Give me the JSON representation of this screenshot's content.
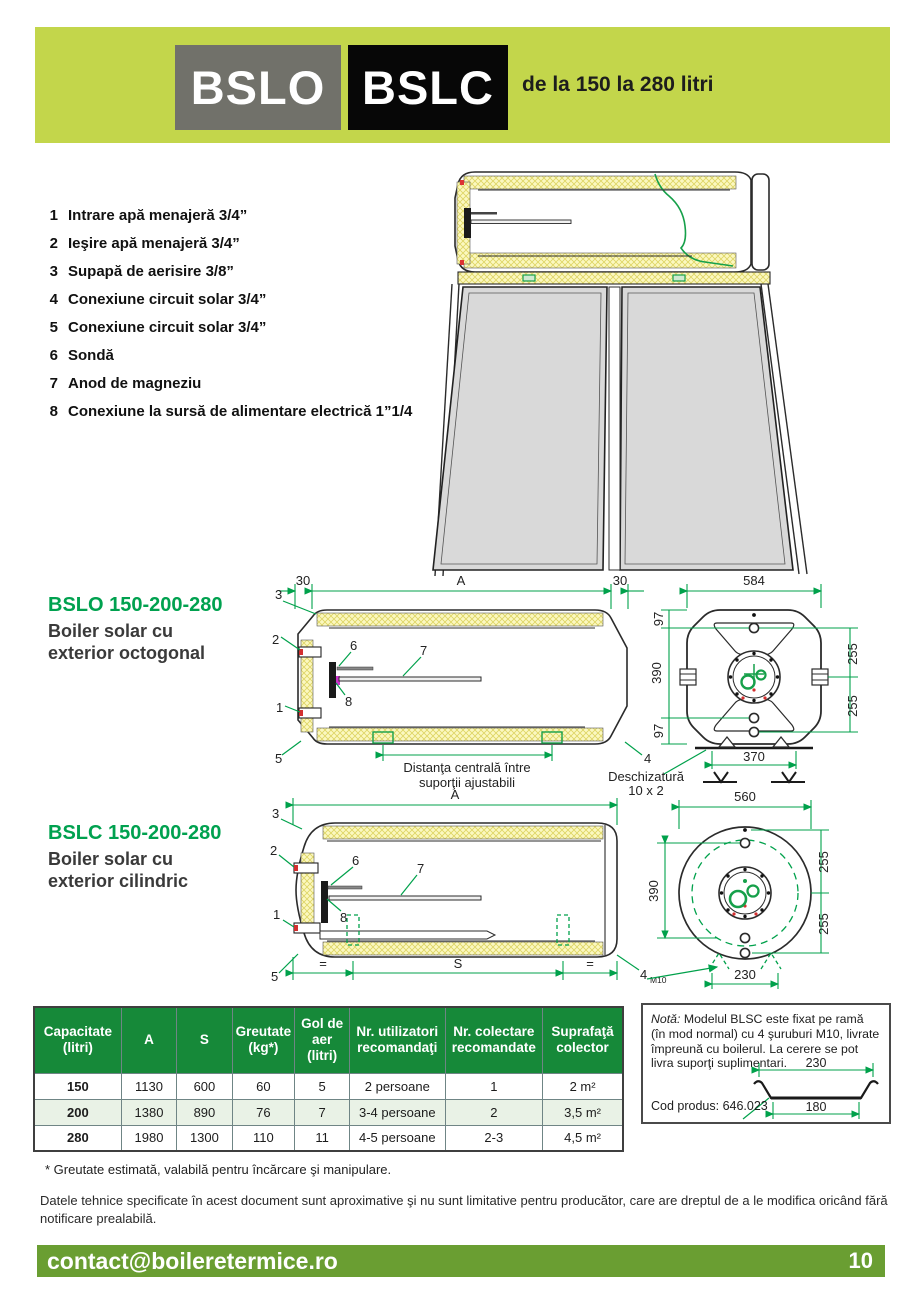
{
  "header": {
    "model_left": "BSLO",
    "model_right": "BSLC",
    "subtitle": "de la 150 la 280 litri"
  },
  "parts": [
    {
      "num": "1",
      "label": "Intrare apă menajeră 3/4”"
    },
    {
      "num": "2",
      "label": "Ieşire apă menajeră 3/4”"
    },
    {
      "num": "3",
      "label": "Supapă de aerisire 3/8”"
    },
    {
      "num": "4",
      "label": "Conexiune circuit solar 3/4”"
    },
    {
      "num": "5",
      "label": "Conexiune circuit solar 3/4”"
    },
    {
      "num": "6",
      "label": "Sondă"
    },
    {
      "num": "7",
      "label": "Anod de magneziu"
    },
    {
      "num": "8",
      "label": "Conexiune la sursă de alimentare electrică 1”1/4"
    }
  ],
  "bslo": {
    "title": "BSLO 150-200-280",
    "desc1": "Boiler solar cu",
    "desc2": "exterior octogonal",
    "callouts": {
      "c1": "1",
      "c2": "2",
      "c3": "3",
      "c4": "4",
      "c5": "5",
      "c6": "6",
      "c7": "7",
      "c8": "8"
    },
    "dims": {
      "offset_left": "30",
      "length": "A",
      "offset_right": "30",
      "front_width": "584",
      "front_h_top": "97",
      "front_h_mid": "390",
      "front_h_bottom": "97",
      "front_r_top": "255",
      "front_r_bottom": "255",
      "feet_span": "370",
      "slot_note1": "Deschizatură",
      "slot_note2": "10 x 2",
      "support_note1": "Distanţa centrală între",
      "support_note2": "suporţii ajustabili"
    }
  },
  "bslc": {
    "title": "BSLC 150-200-280",
    "desc1": "Boiler solar cu",
    "desc2": "exterior cilindric",
    "callouts": {
      "c1": "1",
      "c2": "2",
      "c3": "3",
      "c4": "4",
      "c4sub": "M10",
      "c5": "5",
      "c6": "6",
      "c7": "7",
      "c8": "8"
    },
    "dims": {
      "length": "A",
      "eq_left": "=",
      "span": "S",
      "eq_right": "=",
      "front_width": "560",
      "front_h_mid": "390",
      "front_r_top": "255",
      "front_r_bottom": "255",
      "feet_span": "230"
    }
  },
  "table": {
    "headers": [
      "Capacitate (litri)",
      "A",
      "S",
      "Greutate (kg*)",
      "Gol de aer (litri)",
      "Nr. utilizatori recomandaţi",
      "Nr. colectare recomandate",
      "Suprafaţă colector"
    ],
    "rows": [
      [
        "150",
        "1130",
        "600",
        "60",
        "5",
        "2 persoane",
        "1",
        "2 m²"
      ],
      [
        "200",
        "1380",
        "890",
        "76",
        "7",
        "3-4 persoane",
        "2",
        "3,5 m²"
      ],
      [
        "280",
        "1980",
        "1300",
        "110",
        "11",
        "4-5 persoane",
        "2-3",
        "4,5 m²"
      ]
    ]
  },
  "note": {
    "label": "Notă:",
    "text": " Modelul BLSC este fixat pe ramă (în mod normal) cu 4 şuruburi M10, livrate împreună cu boilerul. La cerere se pot livra suporţi suplimentari.",
    "cod": "Cod produs: 646.023",
    "dim_top": "230",
    "dim_bottom": "180"
  },
  "footnote": "* Greutate estimată, valabilă pentru încărcare şi manipulare.",
  "disclaimer": "Datele tehnice specificate în acest document sunt aproximative şi nu sunt limitative pentru producător, care are dreptul de a le modifica oricând fără notificare prealabilă.",
  "footer": {
    "email": "contact@boileretermice.ro",
    "page": "10"
  },
  "colors": {
    "band": "#c3d64b",
    "model_box_gray": "#71716a",
    "model_box_black": "#070707",
    "table_header_green": "#168939",
    "row_alt_green": "#e9f2e6",
    "drawing_green": "#00a14b",
    "title_green": "#00a14f",
    "footer_green": "#6a9e32",
    "insulation_yellow": "#fbf8c0"
  }
}
